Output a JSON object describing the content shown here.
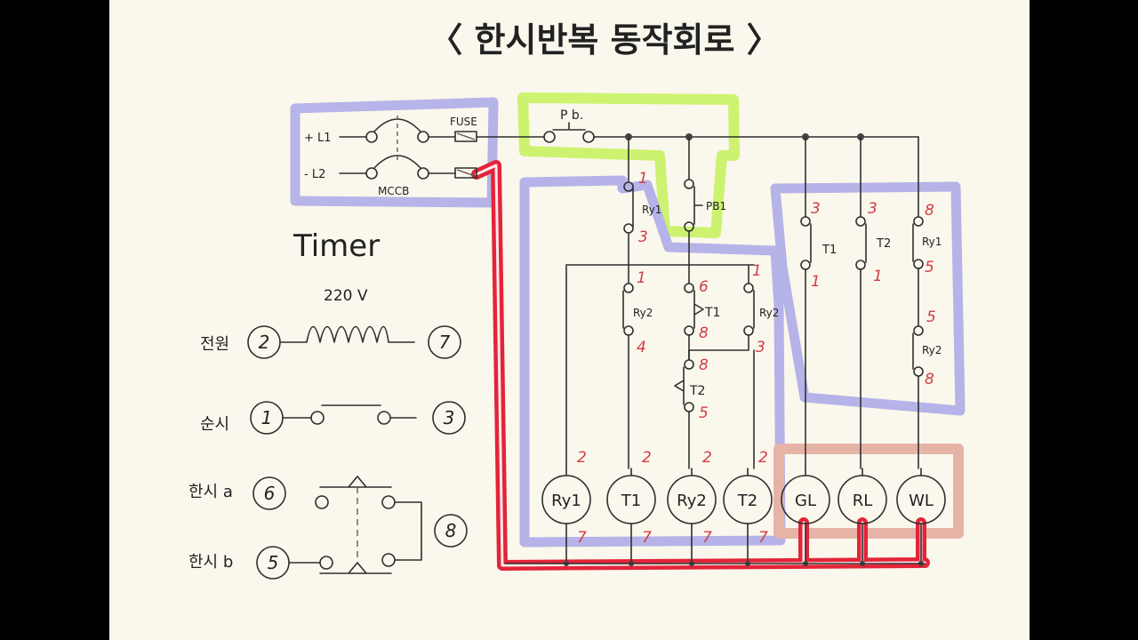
{
  "title": "〈 한시반복 동작회로 〉",
  "power": {
    "l1": "+ L1",
    "l2": "- L2",
    "fuse": "FUSE",
    "mccb": "MCCB"
  },
  "pb": {
    "top": "P b.",
    "pb1": "PB1"
  },
  "timer_legend": {
    "title": "Timer",
    "voltage": "220 V",
    "rows": [
      {
        "label": "전원",
        "left": "2",
        "right": "7"
      },
      {
        "label": "순시",
        "left": "1",
        "right": "3"
      },
      {
        "label": "한시 a",
        "left": "6",
        "right": "8"
      },
      {
        "label": "한시 b",
        "left": "5",
        "right": ""
      }
    ]
  },
  "contacts": {
    "ry1": "Ry1",
    "ry2": "Ry2",
    "t1": "T1",
    "t2": "T2"
  },
  "loads": [
    "Ry1",
    "T1",
    "Ry2",
    "T2",
    "GL",
    "RL",
    "WL"
  ],
  "terminal_numbers": {
    "load_top": "2",
    "load_bottom": "7",
    "c1": "1",
    "c3": "3",
    "c4": "4",
    "c5": "5",
    "c6": "6",
    "c8": "8"
  },
  "highlight_colors": {
    "blue": "#a9a8e8",
    "green": "#c6f25a",
    "red": "#e0001a",
    "salmon": "#e3a99b"
  }
}
